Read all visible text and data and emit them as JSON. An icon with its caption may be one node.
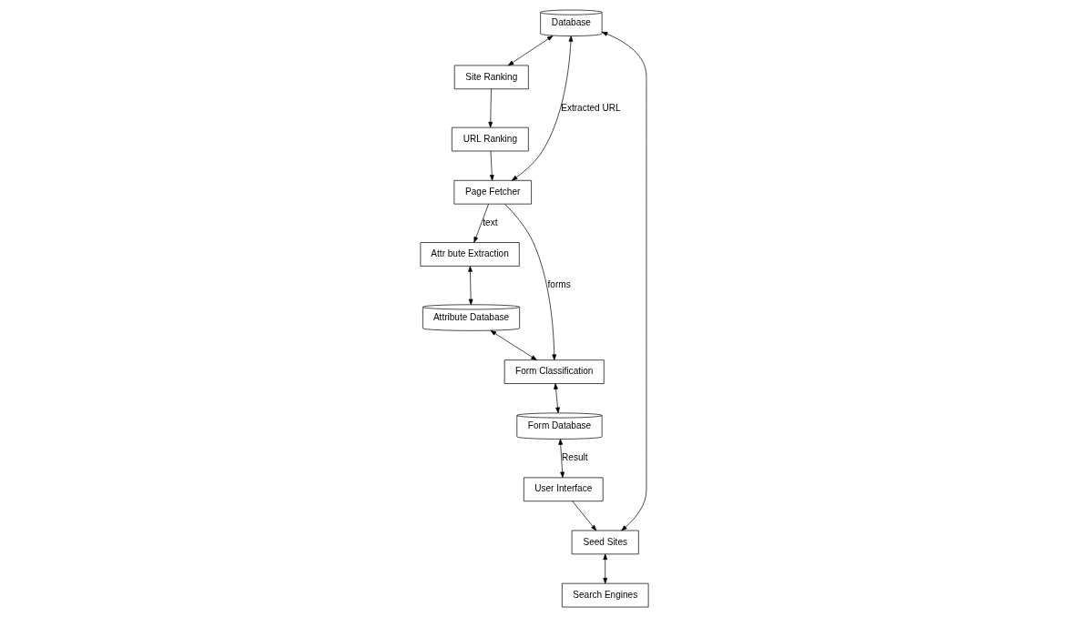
{
  "diagram": {
    "nodes": [
      {
        "text": [
          "Database"
        ]
      },
      {
        "text": [
          "Site Ranking"
        ]
      },
      {
        "text": [
          "URL Ranking"
        ]
      },
      {
        "text": [
          "User Interface"
        ]
      },
      {
        "text": [
          "Seed Sites"
        ]
      },
      {
        "text": [
          "Search Engines"
        ]
      },
      {
        "text": [
          "Page Fetcher"
        ]
      },
      {
        "text": [
          "Attr bute Extraction"
        ]
      },
      {
        "text": [
          "Attribute Database"
        ]
      },
      {
        "text": [
          "Form Classification"
        ]
      },
      {
        "text": [
          "Form Database"
        ]
      }
    ],
    "edges": [
      {
        "from": 0,
        "to": 1,
        "arrow": "both"
      },
      {
        "from": 1,
        "to": 2,
        "arrow": "to"
      },
      {
        "from": 0,
        "to": 4,
        "arrow": "both"
      },
      {
        "from": 0,
        "to": 6,
        "arrow": "both",
        "label": "Extracted URL"
      },
      {
        "from": 2,
        "to": 6,
        "arrow": "to"
      },
      {
        "from": 3,
        "to": 4,
        "arrow": "to"
      },
      {
        "from": 4,
        "to": 5,
        "arrow": "both"
      },
      {
        "from": 6,
        "to": 7,
        "arrow": "to",
        "label": "text"
      },
      {
        "from": 7,
        "to": 8,
        "arrow": "both"
      },
      {
        "from": 6,
        "to": 9,
        "arrow": "to",
        "label": "forms"
      },
      {
        "from": 8,
        "to": 9,
        "arrow": "both"
      },
      {
        "from": 9,
        "to": 10,
        "arrow": "both"
      },
      {
        "from": 10,
        "to": 3,
        "arrow": "both",
        "label": "Result"
      }
    ]
  }
}
